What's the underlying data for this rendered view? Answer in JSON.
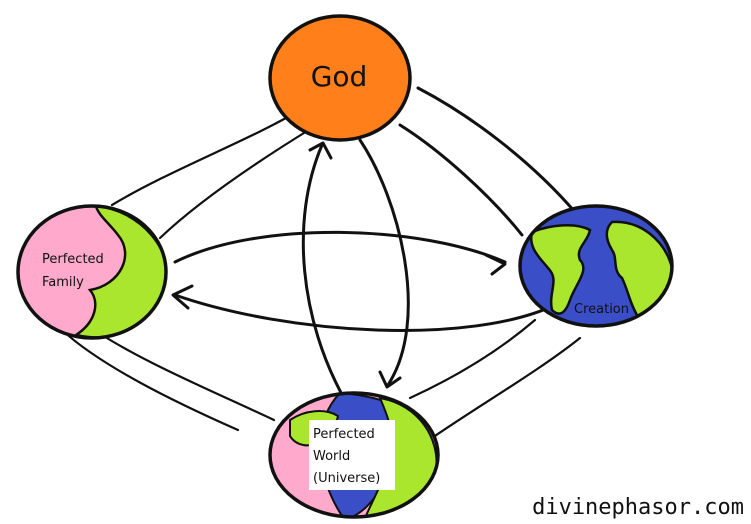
{
  "nodes": {
    "god": {
      "label": "God",
      "color": "#ff7f1a"
    },
    "family": {
      "label_line1": "Perfected",
      "label_line2": "Family",
      "colors": [
        "#ffaacc",
        "#aae62e"
      ]
    },
    "creation": {
      "label": "Creation",
      "colors": [
        "#3a4fc7",
        "#aae62e"
      ]
    },
    "world": {
      "label_line1": "Perfected",
      "label_line2": "World",
      "label_line3": "(Universe)",
      "colors": [
        "#ffaacc",
        "#3a4fc7",
        "#aae62e"
      ]
    }
  },
  "watermark": "divinephasor.com",
  "colors": {
    "outline": "#111111",
    "orange": "#ff7f1a",
    "pink": "#ffaacc",
    "green": "#aae62e",
    "blue": "#3a4fc7"
  }
}
